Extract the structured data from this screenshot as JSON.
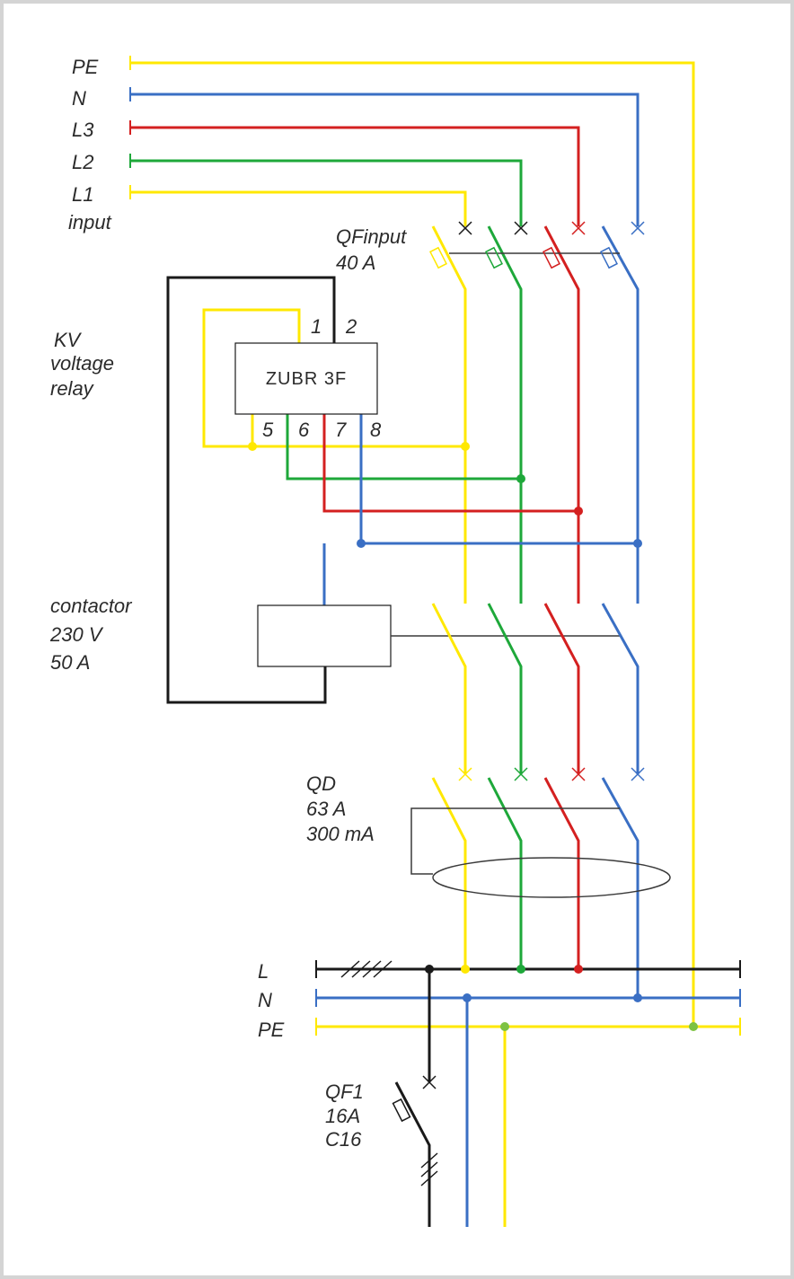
{
  "colors": {
    "yellow": "#ffe800",
    "green": "#1ea83a",
    "red": "#d42020",
    "blue": "#3a6fc4",
    "black": "#1a1a1a",
    "pe_dot": "#7dc242",
    "text": "#2b2b2b",
    "frame": "#d4d4d4"
  },
  "inputs": {
    "pe": "PE",
    "n": "N",
    "l3": "L3",
    "l2": "L2",
    "l1": "L1",
    "caption": "input"
  },
  "qf_input": {
    "name": "QFinput",
    "rating": "40 A"
  },
  "relay": {
    "line1": "KV",
    "line2": "voltage",
    "line3": "relay",
    "model": "ZUBR  3F",
    "pins": [
      "1",
      "2",
      "5",
      "6",
      "7",
      "8"
    ]
  },
  "contactor": {
    "name": "contactor",
    "voltage": "230 V",
    "current": "50 A"
  },
  "qd": {
    "name": "QD",
    "rating": "63 A",
    "leakage": "300 mA"
  },
  "bus": {
    "l": "L",
    "n": "N",
    "pe": "PE"
  },
  "qf1": {
    "name": "QF1",
    "rating": "16A",
    "curve": "C16"
  }
}
